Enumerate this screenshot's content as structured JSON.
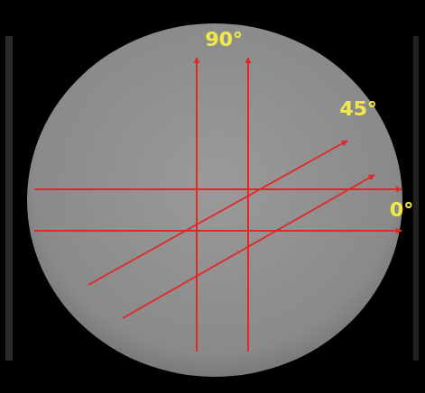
{
  "diagram": {
    "labels": [
      "90°",
      "45°",
      "0°"
    ]
  }
}
